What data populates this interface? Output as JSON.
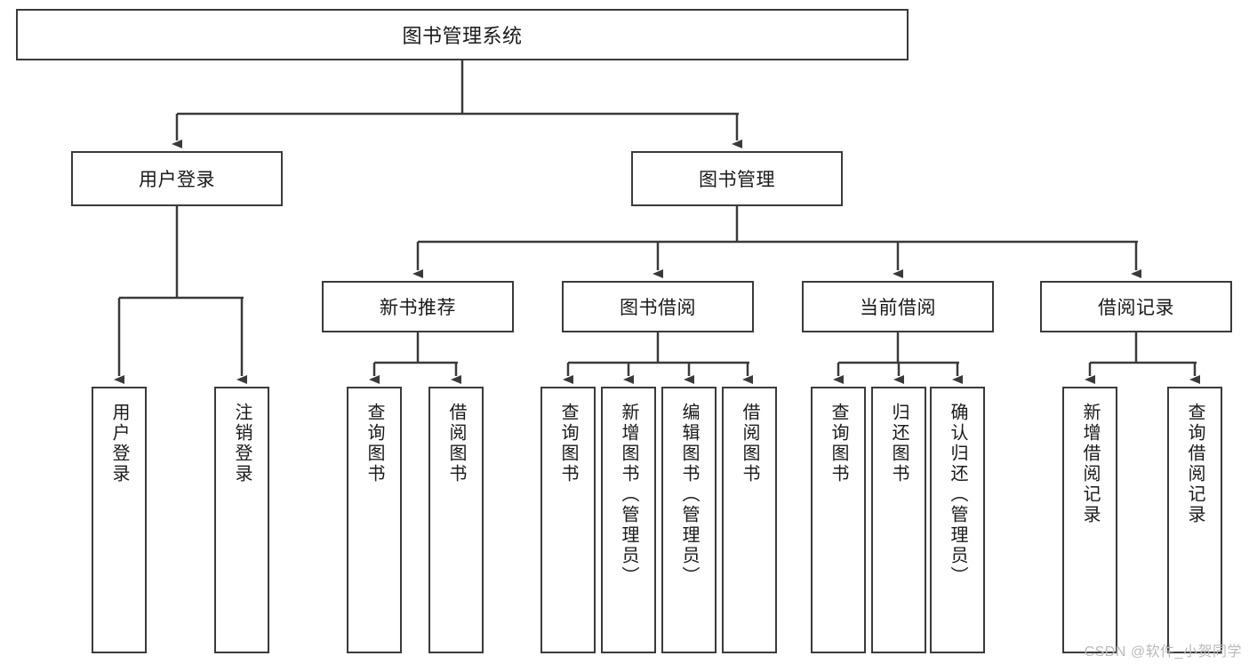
{
  "diagram": {
    "title": "图书管理系统",
    "type": "tree-hierarchy",
    "colors": {
      "box_border": "#3a3a3a",
      "box_fill": "#ffffff",
      "edge": "#3a3a3a",
      "text": "#1a1a1a",
      "watermark": "#b9b9b9",
      "background": "#ffffff"
    },
    "root": {
      "label": "图书管理系统"
    },
    "level1": [
      {
        "label": "用户登录"
      },
      {
        "label": "图书管理"
      }
    ],
    "level2": [
      {
        "label": "新书推荐"
      },
      {
        "label": "图书借阅"
      },
      {
        "label": "当前借阅"
      },
      {
        "label": "借阅记录"
      }
    ],
    "leaves": {
      "user_login": [
        {
          "label": "用户登录"
        },
        {
          "label": "注销登录"
        }
      ],
      "new_book_recommend": [
        {
          "label": "查询图书"
        },
        {
          "label": "借阅图书"
        }
      ],
      "book_borrow": [
        {
          "label": "查询图书"
        },
        {
          "label": "新增图书（管理员）"
        },
        {
          "label": "编辑图书（管理员）"
        },
        {
          "label": "借阅图书"
        }
      ],
      "current_borrow": [
        {
          "label": "查询图书"
        },
        {
          "label": "归还图书"
        },
        {
          "label": "确认归还（管理员）"
        }
      ],
      "borrow_record": [
        {
          "label": "新增借阅记录"
        },
        {
          "label": "查询借阅记录"
        }
      ]
    },
    "watermark": "CSDN @软件_小贺同学"
  }
}
